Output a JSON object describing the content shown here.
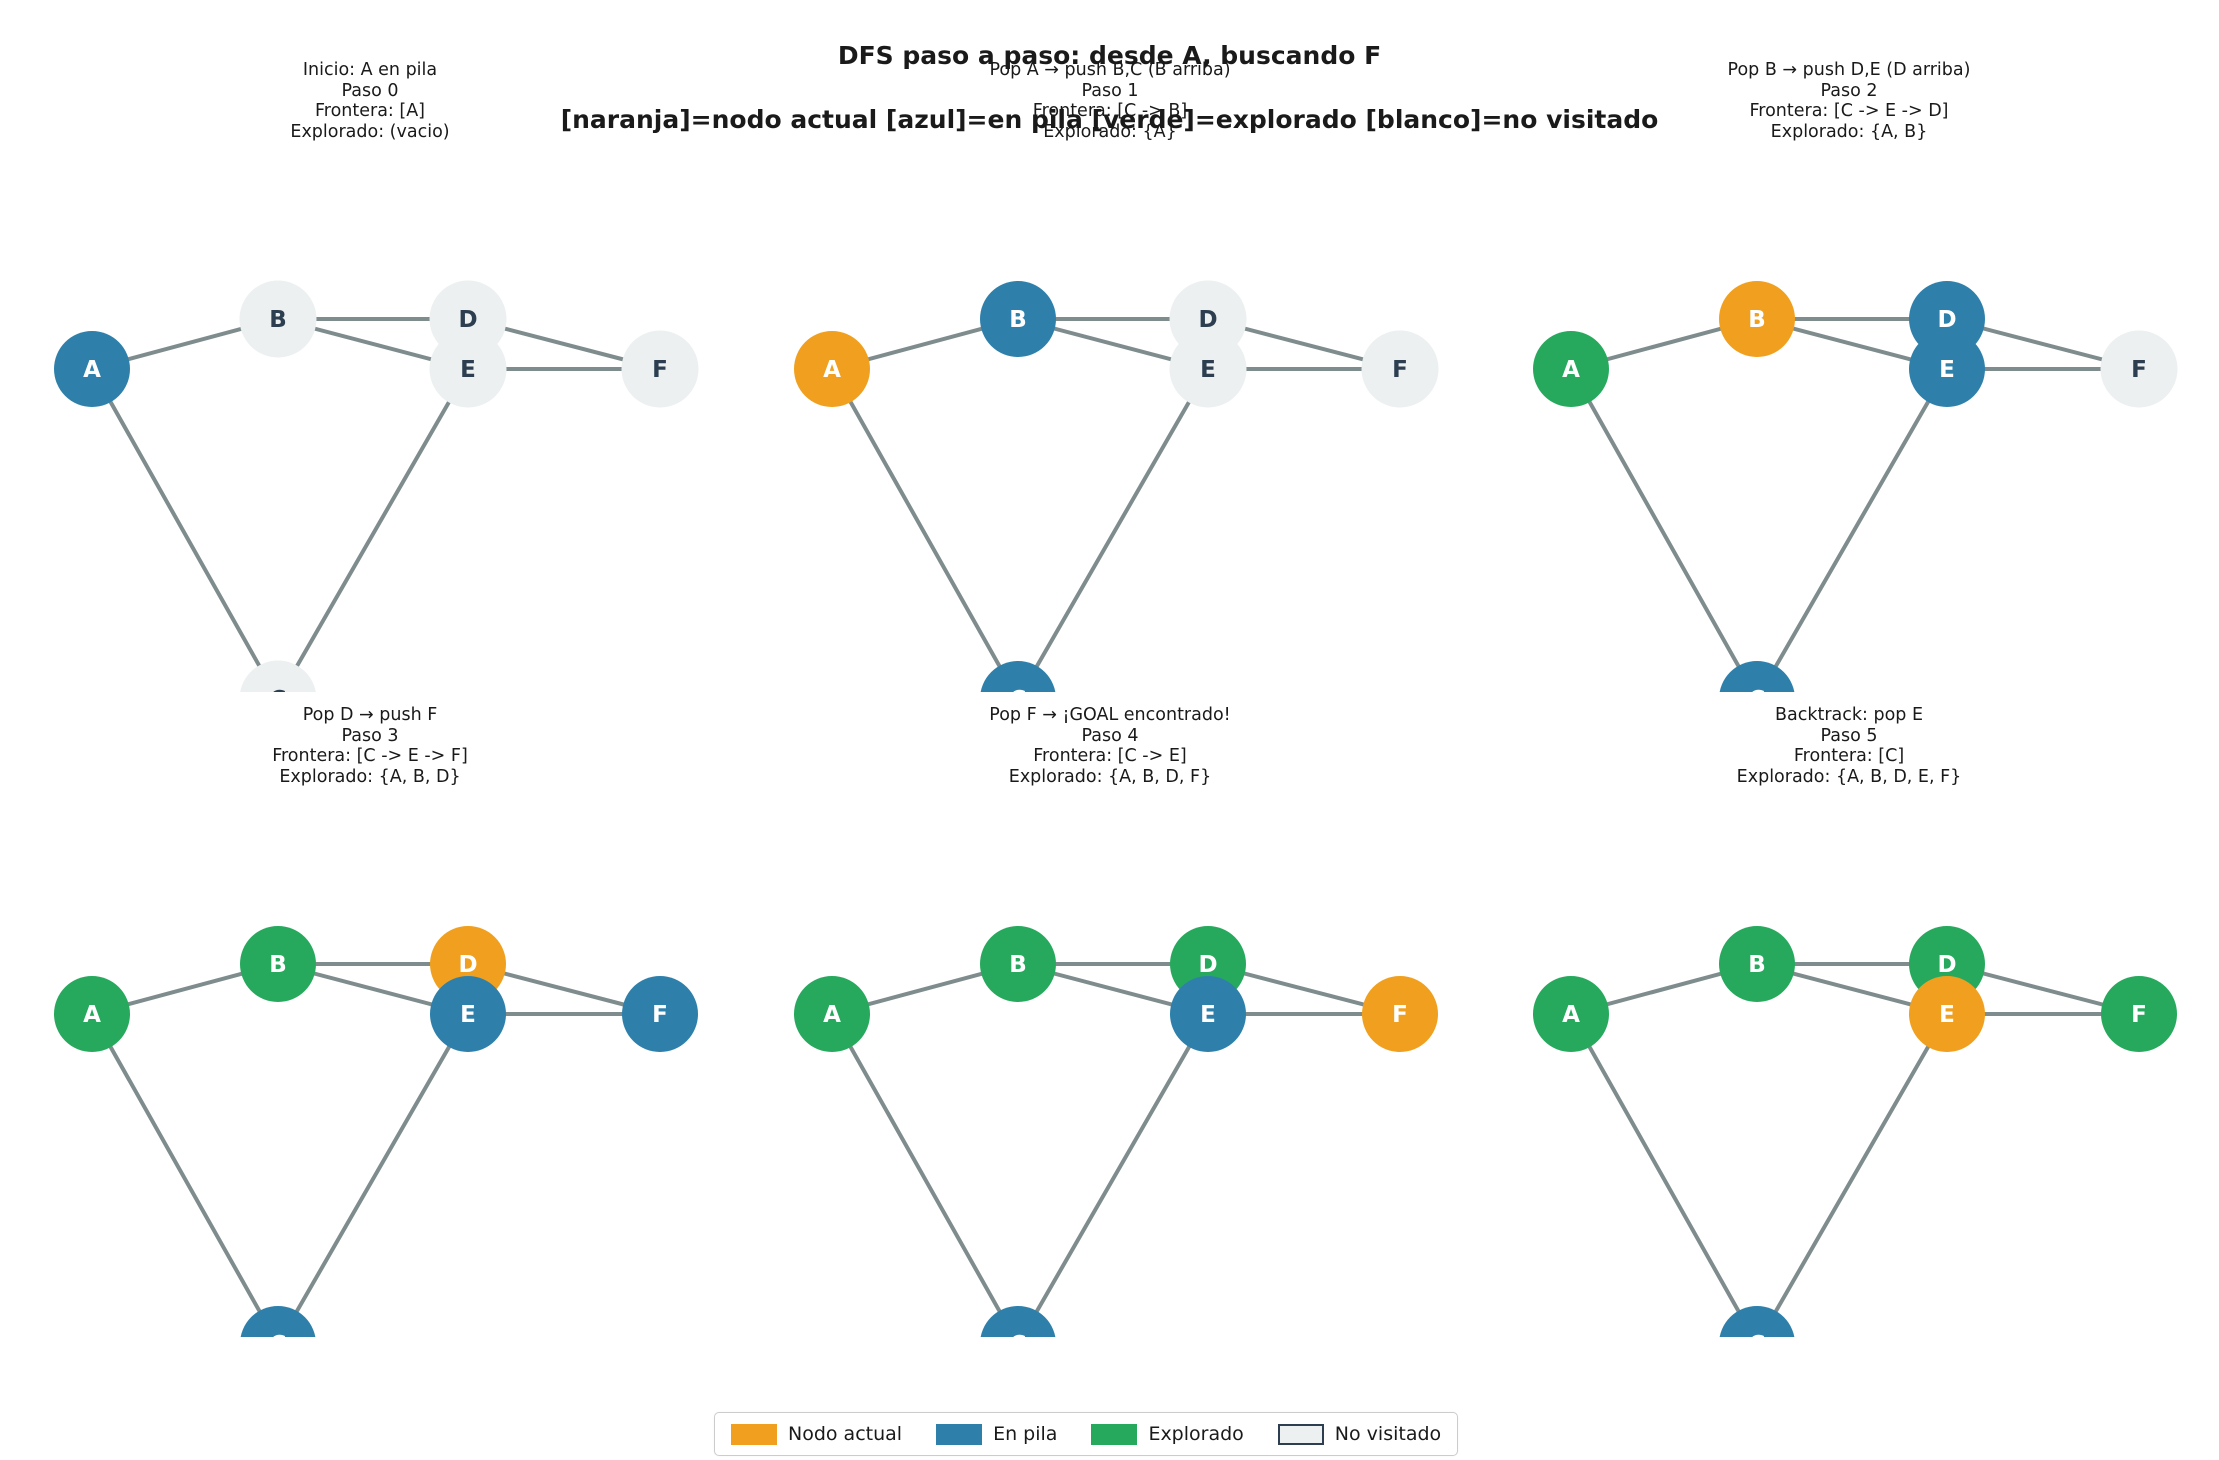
{
  "figure": {
    "title_line1": "DFS paso a paso: desde A, buscando F",
    "title_line2": "[naranja]=nodo actual  [azul]=en pila  [verde]=explorado  [blanco]=no visitado"
  },
  "colors": {
    "current": "#f0a01e",
    "frontier": "#2e80ab",
    "explored": "#27a95d",
    "unvisited": "#ecf0f1",
    "unvisited_edge": "#2c3e50",
    "edge": "#7f8c8d",
    "label_light": "#ffffff",
    "label_dark": "#2c3e50"
  },
  "graph": {
    "nodes": [
      "A",
      "B",
      "C",
      "D",
      "E",
      "F"
    ],
    "positions": {
      "A": [
        92,
        217
      ],
      "B": [
        278,
        167
      ],
      "C": [
        278,
        547
      ],
      "D": [
        468,
        167
      ],
      "E": [
        468,
        217
      ],
      "F": [
        660,
        217
      ]
    },
    "edges": [
      [
        "A",
        "B"
      ],
      [
        "A",
        "C"
      ],
      [
        "B",
        "D"
      ],
      [
        "B",
        "E"
      ],
      [
        "C",
        "E"
      ],
      [
        "D",
        "F"
      ],
      [
        "E",
        "F"
      ]
    ]
  },
  "panels": [
    {
      "id": "step-0",
      "title": "Inicio: A en pila\nPaso 0\nFrontera: [A]\nExplorado: (vacio)",
      "headline": "Inicio: A en pila",
      "step_label": "Paso 0",
      "frontier": "Frontera: [A]",
      "explored": "Explorado: (vacio)",
      "states": {
        "A": "frontier",
        "B": "unvisited",
        "C": "unvisited",
        "D": "unvisited",
        "E": "unvisited",
        "F": "unvisited"
      }
    },
    {
      "id": "step-1",
      "title": "Pop A → push B,C (B arriba)\nPaso 1\nFrontera: [C -> B]\nExplorado: {A}",
      "headline": "Pop A → push B,C (B arriba)",
      "step_label": "Paso 1",
      "frontier": "Frontera: [C -> B]",
      "explored": "Explorado: {A}",
      "states": {
        "A": "current",
        "B": "frontier",
        "C": "frontier",
        "D": "unvisited",
        "E": "unvisited",
        "F": "unvisited"
      }
    },
    {
      "id": "step-2",
      "title": "Pop B → push D,E (D arriba)\nPaso 2\nFrontera: [C -> E -> D]\nExplorado: {A, B}",
      "headline": "Pop B → push D,E (D arriba)",
      "step_label": "Paso 2",
      "frontier": "Frontera: [C -> E -> D]",
      "explored": "Explorado: {A, B}",
      "states": {
        "A": "explored",
        "B": "current",
        "C": "frontier",
        "D": "frontier",
        "E": "frontier",
        "F": "unvisited"
      }
    },
    {
      "id": "step-3",
      "title": "Pop D → push F\nPaso 3\nFrontera: [C -> E -> F]\nExplorado: {A, B, D}",
      "headline": "Pop D → push F",
      "step_label": "Paso 3",
      "frontier": "Frontera: [C -> E -> F]",
      "explored": "Explorado: {A, B, D}",
      "states": {
        "A": "explored",
        "B": "explored",
        "C": "frontier",
        "D": "current",
        "E": "frontier",
        "F": "frontier"
      }
    },
    {
      "id": "step-4",
      "title": "Pop F → ¡GOAL encontrado!\nPaso 4\nFrontera: [C -> E]\nExplorado: {A, B, D, F}",
      "headline": "Pop F → ¡GOAL encontrado!",
      "step_label": "Paso 4",
      "frontier": "Frontera: [C -> E]",
      "explored": "Explorado: {A, B, D, F}",
      "states": {
        "A": "explored",
        "B": "explored",
        "C": "frontier",
        "D": "explored",
        "E": "frontier",
        "F": "current"
      }
    },
    {
      "id": "step-5",
      "title": "Backtrack: pop E\nPaso 5\nFrontera: [C]\nExplorado: {A, B, D, E, F}",
      "headline": "Backtrack: pop E",
      "step_label": "Paso 5",
      "frontier": "Frontera: [C]",
      "explored": "Explorado: {A, B, D, E, F}",
      "states": {
        "A": "explored",
        "B": "explored",
        "C": "frontier",
        "D": "explored",
        "E": "current",
        "F": "explored"
      }
    }
  ],
  "legend": {
    "items": [
      {
        "label": "Nodo actual",
        "state": "current"
      },
      {
        "label": "En pila",
        "state": "frontier"
      },
      {
        "label": "Explorado",
        "state": "explored"
      },
      {
        "label": "No visitado",
        "state": "unvisited"
      }
    ]
  }
}
